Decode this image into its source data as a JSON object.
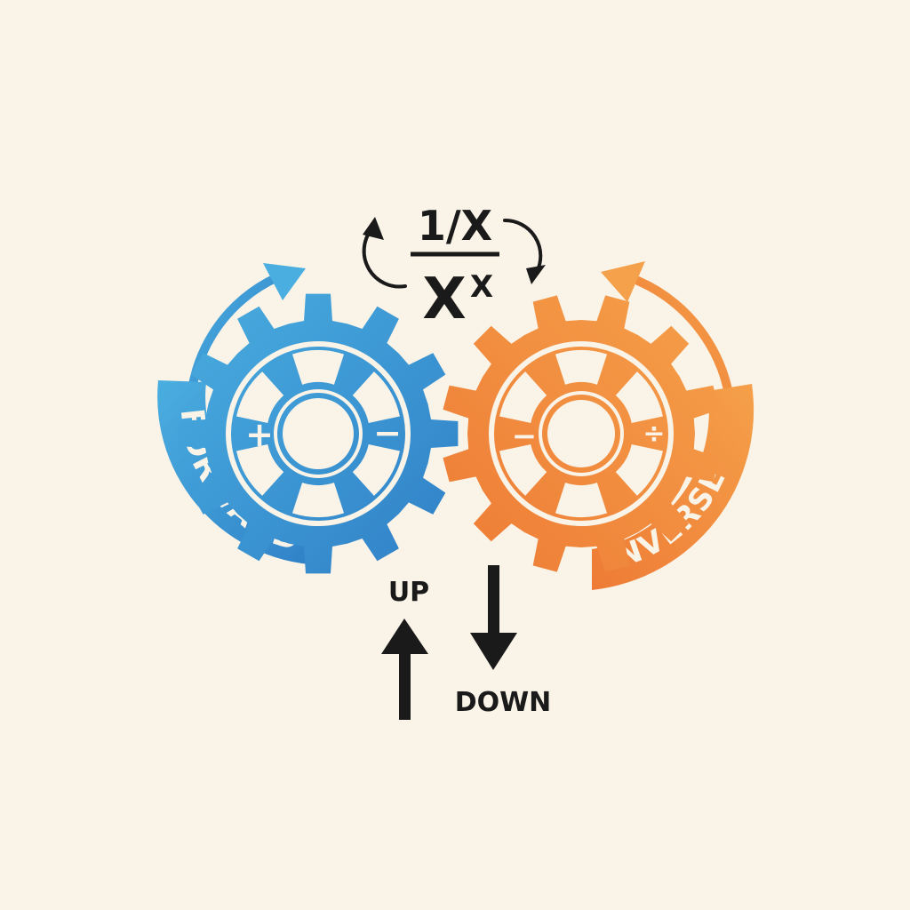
{
  "colors": {
    "background": "#faf3e7",
    "forward": "#3a8fd4",
    "forward_light": "#4aaee0",
    "inverse": "#f08a3c",
    "inverse_light": "#f5a04a",
    "ink": "#1a1a1a",
    "cream": "#faf3e7"
  },
  "formula": {
    "numerator": "1/X",
    "base": "X",
    "exponent": "X"
  },
  "forward_gear": {
    "label": "FORWARD",
    "symbols": [
      "+",
      "+",
      "−",
      "×"
    ],
    "icon": "gear-icon"
  },
  "inverse_gear": {
    "label": "INVERSE",
    "symbols": [
      "−",
      "−",
      "÷",
      "±"
    ],
    "icon": "gear-icon"
  },
  "directions": {
    "up_label": "UP",
    "down_label": "DOWN",
    "up_icon": "arrow-up-icon",
    "down_icon": "arrow-down-icon"
  }
}
